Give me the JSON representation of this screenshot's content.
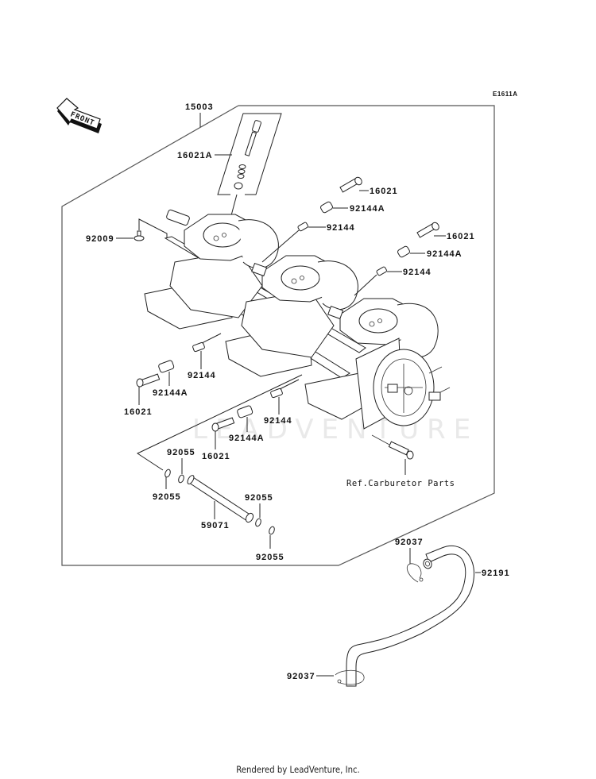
{
  "diagram": {
    "code": "E1611A",
    "front_label": "FRONT",
    "watermark": "LEADVENTURE",
    "ref_note": "Ref.Carburetor Parts",
    "callouts": {
      "assembly": "15003",
      "needle_kit": "16021A",
      "bolt_top_1": "16021",
      "spring_a_top_1": "92144A",
      "spring_top_1": "92144",
      "bolt_top_2": "16021",
      "spring_a_top_2": "92144A",
      "spring_top_2": "92144",
      "screw_left": "92009",
      "spring_mid": "92144",
      "bolt_left": "16021",
      "spring_a_left": "92144A",
      "spring_low": "92144",
      "spring_a_low": "92144A",
      "bolt_low": "16021",
      "oring_1": "92055",
      "oring_2": "92055",
      "pipe": "59071",
      "oring_3": "92055",
      "oring_4": "92055",
      "clamp_top": "92037",
      "hose": "92191",
      "clamp_bottom": "92037"
    }
  },
  "footer": {
    "text": "Rendered by LeadVenture, Inc."
  }
}
